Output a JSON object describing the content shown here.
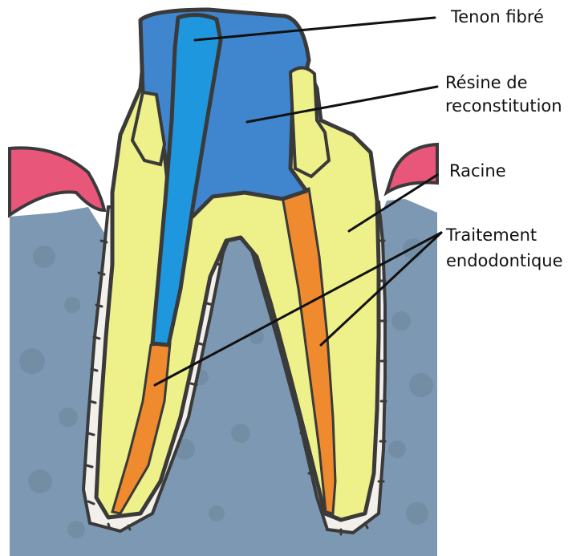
{
  "labels": {
    "tenon": "Tenon fibré",
    "resine_line1": "Résine de",
    "resine_line2": "reconstitution",
    "racine": "Racine",
    "traitement_line1": "Traitement",
    "traitement_line2": "endodontique"
  },
  "colors": {
    "bone": "#7d98b2",
    "bone_dots": "#6a8599",
    "gum": "#e8567a",
    "ligament": "#f3f0ec",
    "dentin": "#eef08a",
    "resin": "#3f86cf",
    "post": "#1f97de",
    "filling": "#f08a2e",
    "outline": "#3a3a3a"
  }
}
